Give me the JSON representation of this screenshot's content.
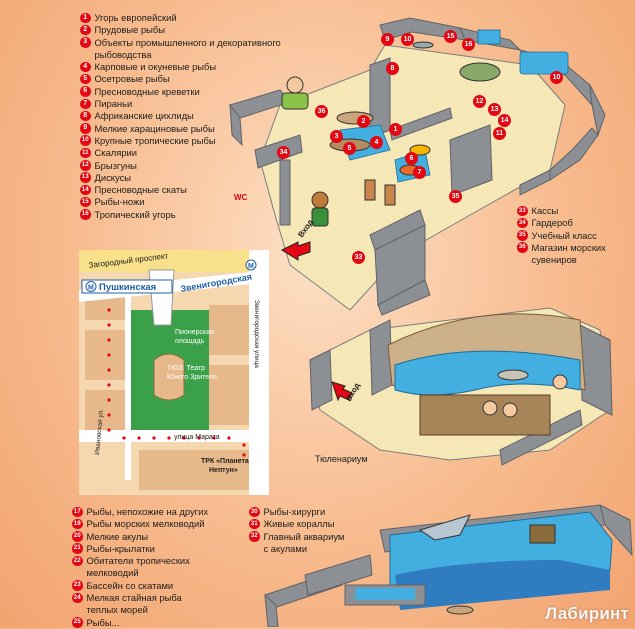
{
  "legend_top": [
    {
      "n": "1",
      "t": "Угорь европейский"
    },
    {
      "n": "2",
      "t": "Прудовые рыбы"
    },
    {
      "n": "3",
      "t": "Объекты промышленного и декоративного\nрыбоводства"
    },
    {
      "n": "4",
      "t": "Карповые и окуневые рыбы"
    },
    {
      "n": "5",
      "t": "Осетровые рыбы"
    },
    {
      "n": "6",
      "t": "Пресноводные креветки"
    },
    {
      "n": "7",
      "t": "Пираньи"
    },
    {
      "n": "8",
      "t": "Африканские цихлиды"
    },
    {
      "n": "9",
      "t": "Мелкие харациновые рыбы"
    },
    {
      "n": "10",
      "t": "Крупные тропические рыбы"
    },
    {
      "n": "11",
      "t": "Скалярии"
    },
    {
      "n": "12",
      "t": "Брызгуны"
    },
    {
      "n": "13",
      "t": "Дискусы"
    },
    {
      "n": "14",
      "t": "Пресноводные скаты"
    },
    {
      "n": "15",
      "t": "Рыбы-ножи"
    },
    {
      "n": "16",
      "t": "Тропический угорь"
    }
  ],
  "legend_services": [
    {
      "n": "33",
      "t": "Кассы"
    },
    {
      "n": "34",
      "t": "Гардероб"
    },
    {
      "n": "35",
      "t": "Учебный класс"
    },
    {
      "n": "36",
      "t": "Магазин морских\nсувениров"
    }
  ],
  "legend_bottom_left": [
    {
      "n": "17",
      "t": "Рыбы, непохожие на других"
    },
    {
      "n": "19",
      "t": "Рыбы морских мелководий"
    },
    {
      "n": "20",
      "t": "Мелкие акулы"
    },
    {
      "n": "21",
      "t": "Рыбы-крылатки"
    },
    {
      "n": "22",
      "t": "Обитатели тропических\nмелководий"
    },
    {
      "n": "23",
      "t": "Бассейн со скатами"
    },
    {
      "n": "24",
      "t": "Мелкая стайная рыба\nтеплых морей"
    },
    {
      "n": "25",
      "t": "Рыбы..."
    }
  ],
  "legend_bottom_right": [
    {
      "n": "30",
      "t": "Рыбы-хирурги"
    },
    {
      "n": "31",
      "t": "Живые кораллы"
    },
    {
      "n": "32",
      "t": "Главный аквариум\nс акулами"
    }
  ],
  "plan": {
    "entrance_top": "Вход",
    "entrance_mid": "Вход",
    "wc": "WC",
    "tyulenarium": "Тюленариум",
    "stamps": [
      "1",
      "2",
      "3",
      "4",
      "5",
      "6",
      "7",
      "8",
      "9",
      "10",
      "11",
      "12",
      "13",
      "14",
      "15",
      "16",
      "33",
      "34",
      "35",
      "36"
    ]
  },
  "map": {
    "street_top": "Загородный проспект",
    "metro_pushkinskaya": "Пушкинская",
    "metro_zvenigorodskaya": "Звенигородская",
    "metro_icon": "metro-m-icon",
    "street_zvenigorodskaya": "Звенигородская улица",
    "square": "Пионерская\nплощадь",
    "theatre": "ТЮЗ: Театр\nЮного Зрителя",
    "street_marata": "улица Марата",
    "street_left": "Ивановская ул.",
    "mall": "ТРК «Планета\nНептун»"
  },
  "watermark": "Лабиринт",
  "colors": {
    "accent_red": "#e30613",
    "wall_grey": "#8c9095",
    "floor_sand": "#f6e7b7",
    "water_blue": "#43aee0",
    "park_green": "#3aa14a",
    "metro_blue": "#1f5fa8"
  }
}
